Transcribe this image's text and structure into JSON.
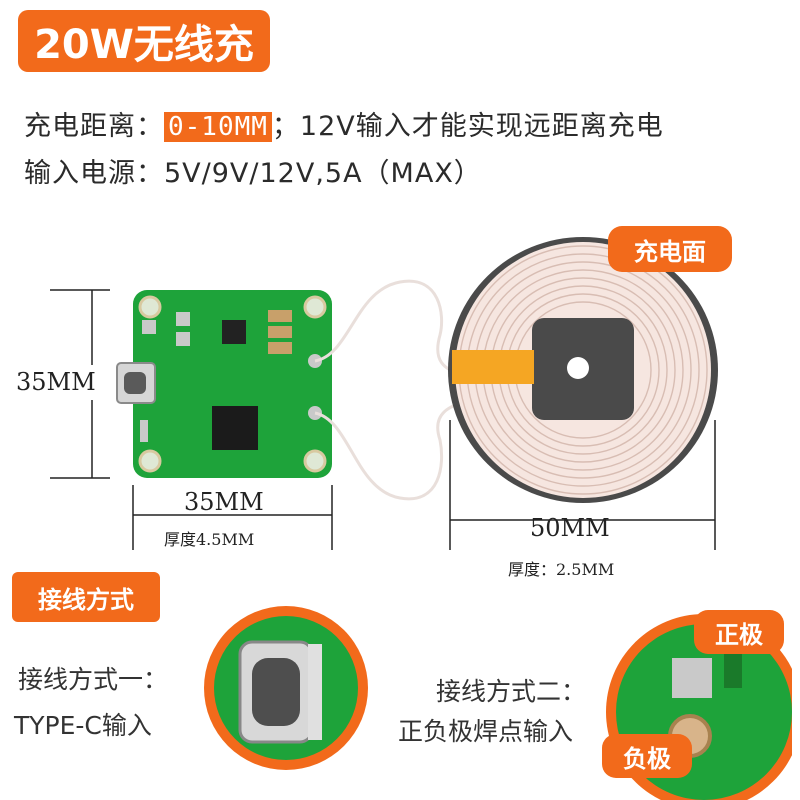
{
  "title": "20W无线充",
  "specs": {
    "distance_label": "充电距离：",
    "distance_value": "0-10MM",
    "distance_sep": "；",
    "distance_note": "12V输入才能实现远距离充电",
    "input_label": "输入电源：",
    "input_value": "5V/9V/12V,5A（MAX）"
  },
  "board": {
    "height_dim": "35MM",
    "width_dim": "35MM",
    "thickness": "厚度4.5MM"
  },
  "coil": {
    "face_label": "充电面",
    "diameter_dim": "50MM",
    "thickness": "厚度：2.5MM"
  },
  "wiring": {
    "section_title": "接线方式",
    "method1_title": "接线方式一：",
    "method1_desc": "TYPE-C输入",
    "method2_title": "接线方式二：",
    "method2_desc": "正负极焊点输入",
    "positive_label": "正极",
    "negative_label": "负极"
  },
  "colors": {
    "accent": "#f26a1b",
    "pcb_green": "#1ea33a",
    "coil_wire": "#f3ddd6",
    "ferrite": "#4a4a4a",
    "tape": "#f5a623"
  }
}
